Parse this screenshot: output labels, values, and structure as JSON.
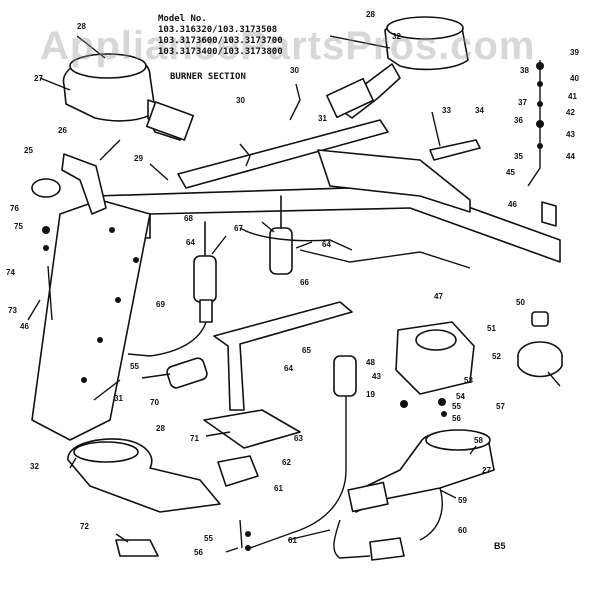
{
  "header": {
    "model_label": "Model No.",
    "model_line_1": "103.316320/103.3173508",
    "model_line_2": "103.3173600/103.3173700",
    "model_line_3": "103.3173400/103.3173800",
    "section_title": "BURNER SECTION"
  },
  "watermark": "AppliancePartsPros.com",
  "page_code": "B5",
  "callouts": [
    {
      "id": "28a",
      "label": "28"
    },
    {
      "id": "27a",
      "label": "27"
    },
    {
      "id": "30a",
      "label": "30"
    },
    {
      "id": "28b",
      "label": "28"
    },
    {
      "id": "32a",
      "label": "32"
    },
    {
      "id": "39",
      "label": "39"
    },
    {
      "id": "38",
      "label": "38"
    },
    {
      "id": "40",
      "label": "40"
    },
    {
      "id": "41",
      "label": "41"
    },
    {
      "id": "37",
      "label": "37"
    },
    {
      "id": "42",
      "label": "42"
    },
    {
      "id": "33",
      "label": "33"
    },
    {
      "id": "34",
      "label": "34"
    },
    {
      "id": "36",
      "label": "36"
    },
    {
      "id": "43a",
      "label": "43"
    },
    {
      "id": "35",
      "label": "35"
    },
    {
      "id": "44",
      "label": "44"
    },
    {
      "id": "45",
      "label": "45"
    },
    {
      "id": "26",
      "label": "26"
    },
    {
      "id": "30b",
      "label": "30"
    },
    {
      "id": "31",
      "label": "31"
    },
    {
      "id": "25",
      "label": "25"
    },
    {
      "id": "29",
      "label": "29"
    },
    {
      "id": "46a",
      "label": "46"
    },
    {
      "id": "76",
      "label": "76"
    },
    {
      "id": "75",
      "label": "75"
    },
    {
      "id": "68",
      "label": "68"
    },
    {
      "id": "67",
      "label": "67"
    },
    {
      "id": "64a",
      "label": "64"
    },
    {
      "id": "64b",
      "label": "64"
    },
    {
      "id": "74",
      "label": "74"
    },
    {
      "id": "66",
      "label": "66"
    },
    {
      "id": "73",
      "label": "73"
    },
    {
      "id": "47",
      "label": "47"
    },
    {
      "id": "50",
      "label": "50"
    },
    {
      "id": "69",
      "label": "69"
    },
    {
      "id": "51",
      "label": "51"
    },
    {
      "id": "46b",
      "label": "46"
    },
    {
      "id": "65",
      "label": "65"
    },
    {
      "id": "48",
      "label": "48"
    },
    {
      "id": "52",
      "label": "52"
    },
    {
      "id": "64c",
      "label": "64"
    },
    {
      "id": "55a",
      "label": "55"
    },
    {
      "id": "43b",
      "label": "43"
    },
    {
      "id": "53",
      "label": "53"
    },
    {
      "id": "19",
      "label": "19"
    },
    {
      "id": "54",
      "label": "54"
    },
    {
      "id": "31b",
      "label": "31"
    },
    {
      "id": "70",
      "label": "70"
    },
    {
      "id": "55b",
      "label": "55"
    },
    {
      "id": "57",
      "label": "57"
    },
    {
      "id": "56a",
      "label": "56"
    },
    {
      "id": "28c",
      "label": "28"
    },
    {
      "id": "71",
      "label": "71"
    },
    {
      "id": "63",
      "label": "63"
    },
    {
      "id": "58",
      "label": "58"
    },
    {
      "id": "32b",
      "label": "32"
    },
    {
      "id": "62",
      "label": "62"
    },
    {
      "id": "27b",
      "label": "27"
    },
    {
      "id": "61a",
      "label": "61"
    },
    {
      "id": "59",
      "label": "59"
    },
    {
      "id": "72",
      "label": "72"
    },
    {
      "id": "55c",
      "label": "55"
    },
    {
      "id": "61b",
      "label": "61"
    },
    {
      "id": "60",
      "label": "60"
    },
    {
      "id": "56b",
      "label": "56"
    }
  ]
}
